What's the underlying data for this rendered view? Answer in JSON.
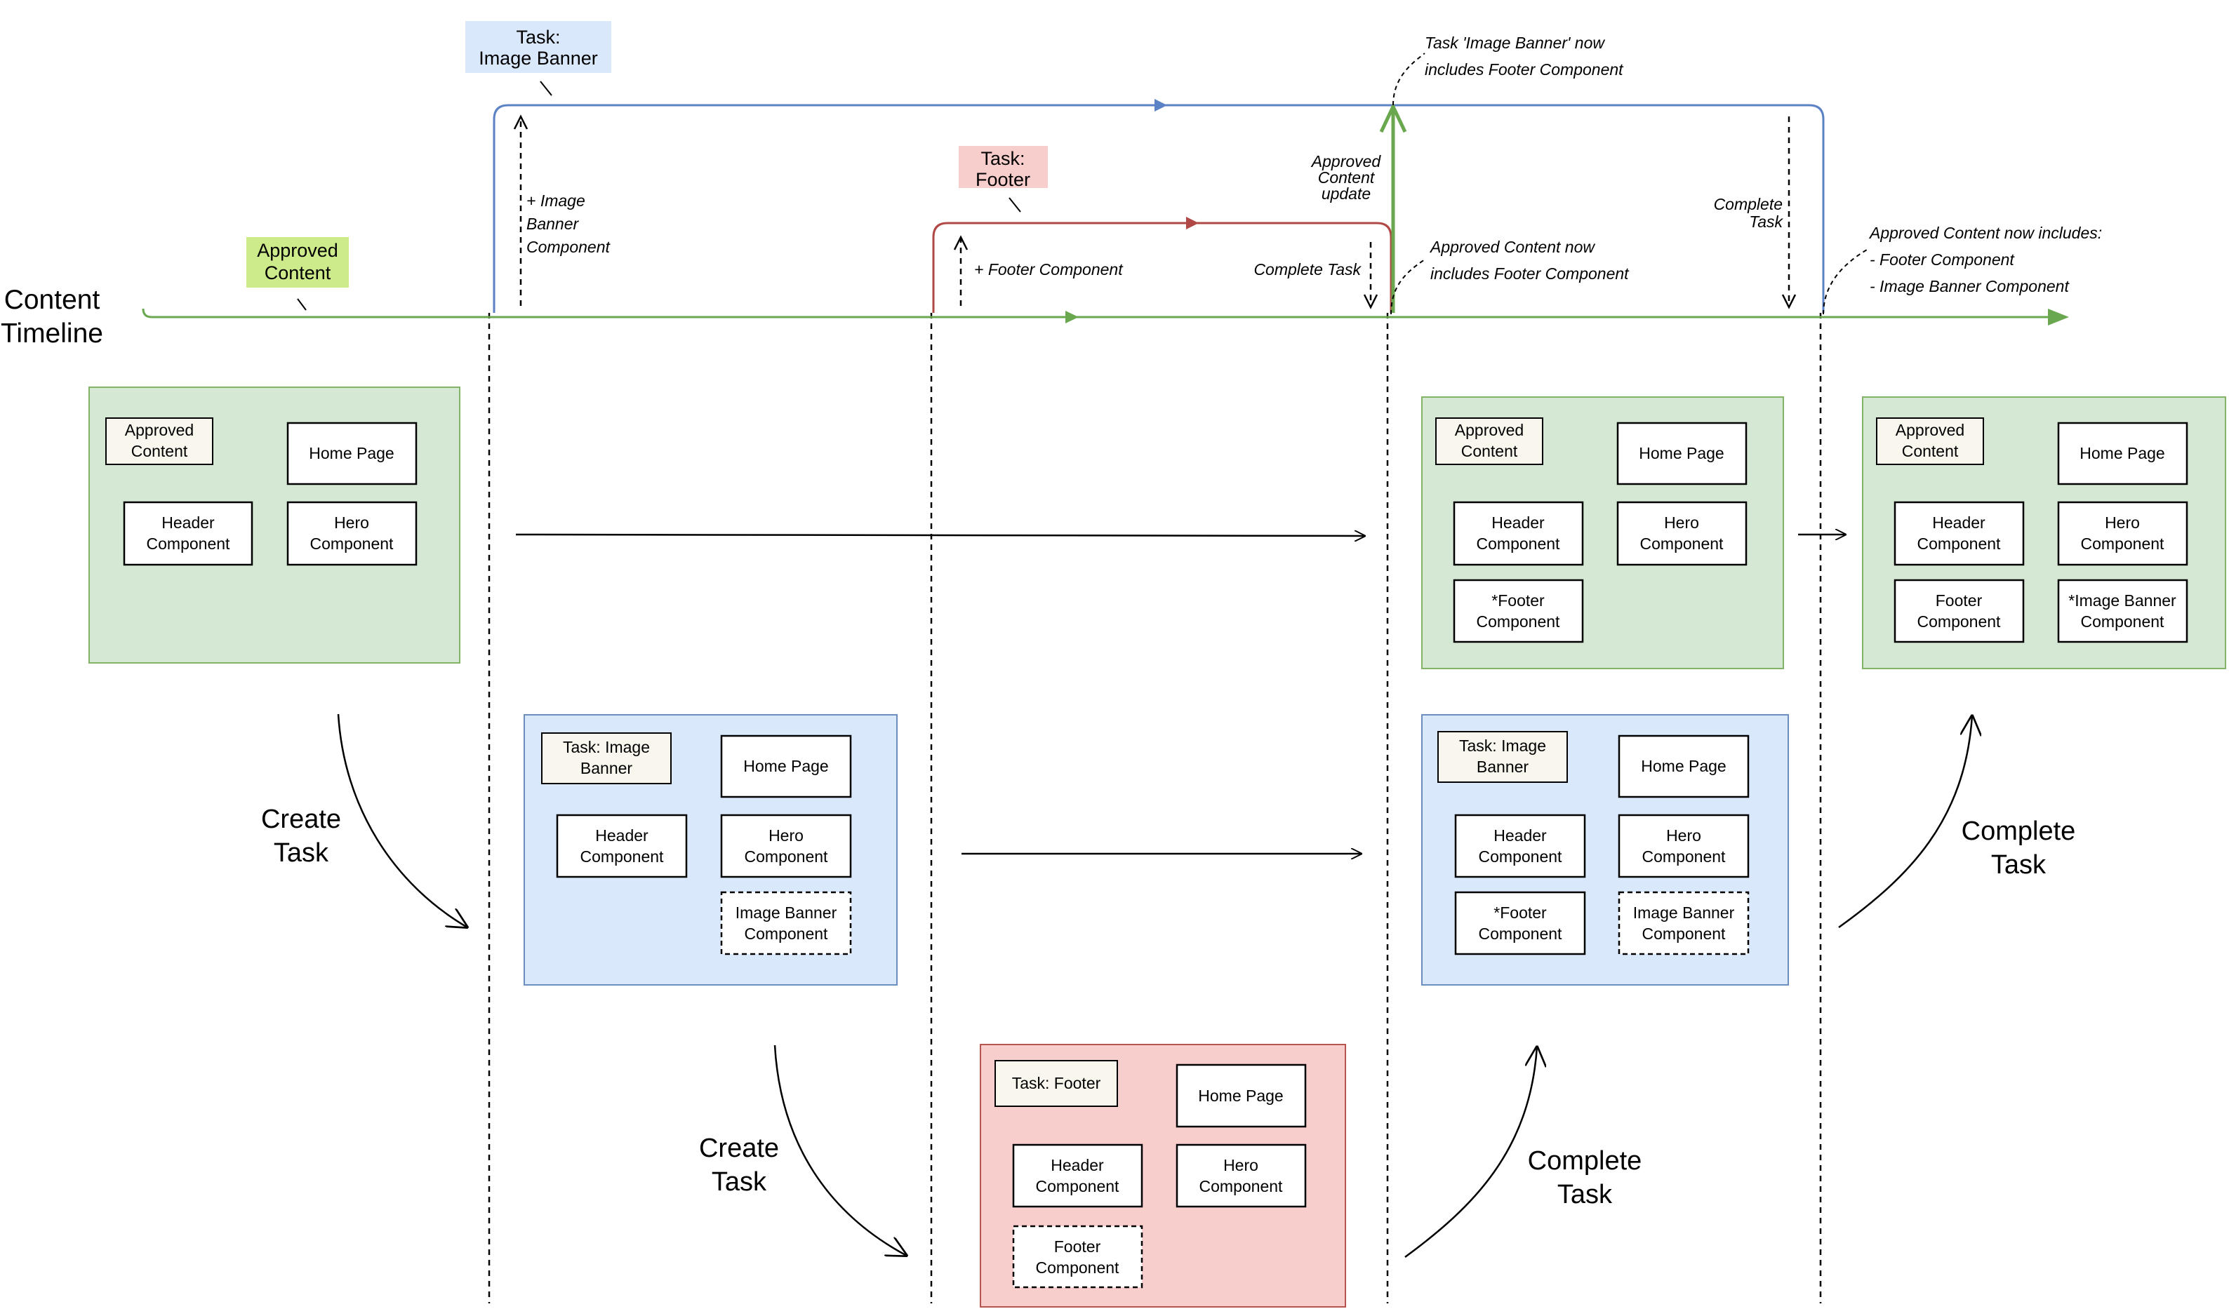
{
  "colors": {
    "green_fill": "#d5e8d4",
    "green_stroke": "#82b366",
    "green_line": "#6aa84f",
    "blue_fill": "#dae8fc",
    "blue_stroke": "#6c8ebf",
    "blue_line": "#5b82c4",
    "red_fill": "#f8cecc",
    "red_stroke": "#b85450",
    "red_line": "#b04845",
    "label_fill": "#f9f7ed",
    "approved_tag_fill": "#cdeb8b",
    "task_blue_tag": "#dae8fc",
    "task_red_tag": "#f8cecc"
  },
  "timeline": {
    "label": [
      "Content",
      "Timeline"
    ],
    "approved_tag": [
      "Approved",
      "Content"
    ]
  },
  "task_tags": {
    "image_banner": [
      "Task:",
      "Image Banner"
    ],
    "footer": [
      "Task:",
      "Footer"
    ]
  },
  "notes": {
    "add_image_banner": [
      "+ Image",
      "Banner",
      "Component"
    ],
    "add_footer": [
      "+ Footer Component"
    ],
    "complete_task_footer": [
      "Complete Task"
    ],
    "approved_update": [
      "Approved",
      "Content",
      "update"
    ],
    "banner_includes_footer": [
      "Task 'Image Banner' now",
      "includes Footer Component"
    ],
    "approved_includes_footer": [
      "Approved Content now",
      "includes Footer Component"
    ],
    "complete_task_banner": [
      "Complete",
      "Task"
    ],
    "approved_final": [
      "Approved Content now includes:",
      "- Footer Component",
      "- Image Banner Component"
    ]
  },
  "panels": {
    "approved_initial": {
      "title": [
        "Approved",
        "Content"
      ],
      "home": [
        "Home Page"
      ],
      "header": [
        "Header",
        "Component"
      ],
      "hero": [
        "Hero",
        "Component"
      ]
    },
    "task_banner": {
      "title": [
        "Task: Image",
        "Banner"
      ],
      "home": [
        "Home Page"
      ],
      "header": [
        "Header",
        "Component"
      ],
      "hero": [
        "Hero",
        "Component"
      ],
      "banner": [
        "Image Banner",
        "Component"
      ]
    },
    "task_footer": {
      "title": [
        "Task: Footer"
      ],
      "home": [
        "Home Page"
      ],
      "header": [
        "Header",
        "Component"
      ],
      "hero": [
        "Hero",
        "Component"
      ],
      "footer": [
        "Footer",
        "Component"
      ]
    },
    "approved_mid": {
      "title": [
        "Approved",
        "Content"
      ],
      "home": [
        "Home Page"
      ],
      "header": [
        "Header",
        "Component"
      ],
      "hero": [
        "Hero",
        "Component"
      ],
      "footer": [
        "*Footer",
        "Component"
      ]
    },
    "task_banner_updated": {
      "title": [
        "Task: Image",
        "Banner"
      ],
      "home": [
        "Home Page"
      ],
      "header": [
        "Header",
        "Component"
      ],
      "hero": [
        "Hero",
        "Component"
      ],
      "footer": [
        "*Footer",
        "Component"
      ],
      "banner": [
        "Image Banner",
        "Component"
      ]
    },
    "approved_final": {
      "title": [
        "Approved",
        "Content"
      ],
      "home": [
        "Home Page"
      ],
      "header": [
        "Header",
        "Component"
      ],
      "hero": [
        "Hero",
        "Component"
      ],
      "footer": [
        "Footer",
        "Component"
      ],
      "banner": [
        "*Image Banner",
        "Component"
      ]
    }
  },
  "actions": {
    "create_task_1": [
      "Create",
      "Task"
    ],
    "create_task_2": [
      "Create",
      "Task"
    ],
    "complete_task_1": [
      "Complete",
      "Task"
    ],
    "complete_task_2": [
      "Complete",
      "Task"
    ]
  }
}
